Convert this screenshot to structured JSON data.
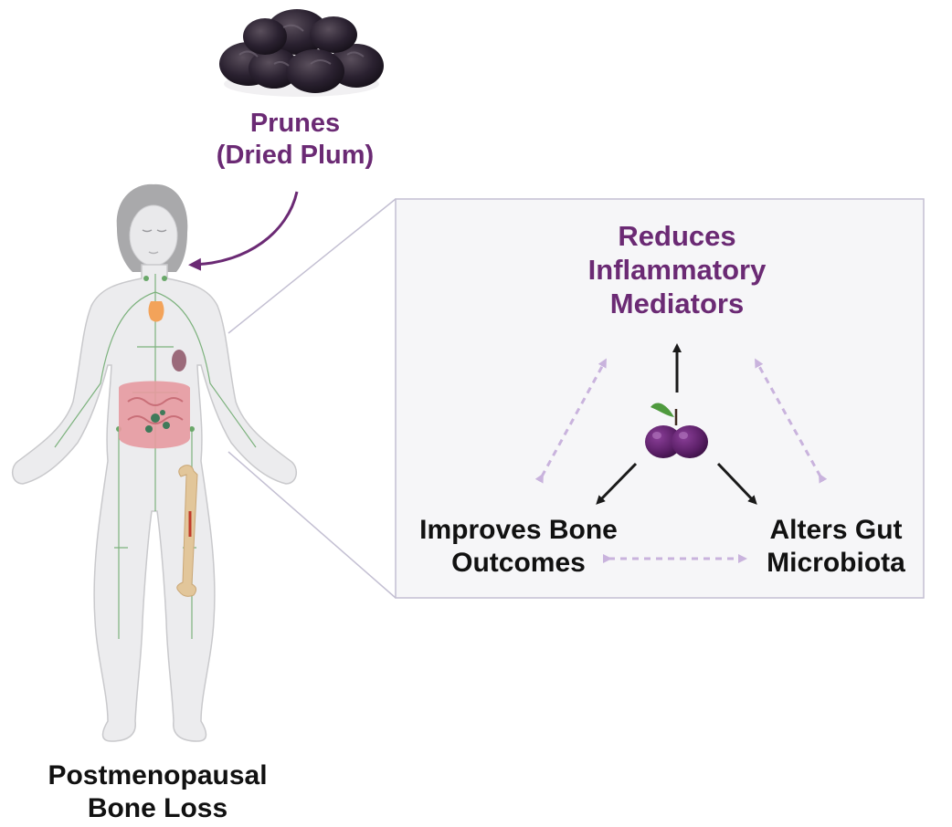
{
  "prunes_label": {
    "line1": "Prunes",
    "line2": "(Dried Plum)"
  },
  "body_label": {
    "line1": "Postmenopausal",
    "line2": "Bone Loss"
  },
  "panel": {
    "top_label": {
      "line1": "Reduces",
      "line2": "Inflammatory",
      "line3": "Mediators"
    },
    "left_label": {
      "line1": "Improves Bone",
      "line2": "Outcomes"
    },
    "right_label": {
      "line1": "Alters Gut",
      "line2": "Microbiota"
    }
  },
  "colors": {
    "label_purple": "#6b2a74",
    "dashed_arrow": "#c9b3dd",
    "solid_arrow": "#1a1a1a",
    "plum": "#5a1f66",
    "panel_bg": "#f6f6f8",
    "panel_border": "#c3bfd2"
  },
  "icons": [
    "prunes-pile-icon",
    "human-body-figure",
    "plum-icon",
    "leaf-icon"
  ]
}
